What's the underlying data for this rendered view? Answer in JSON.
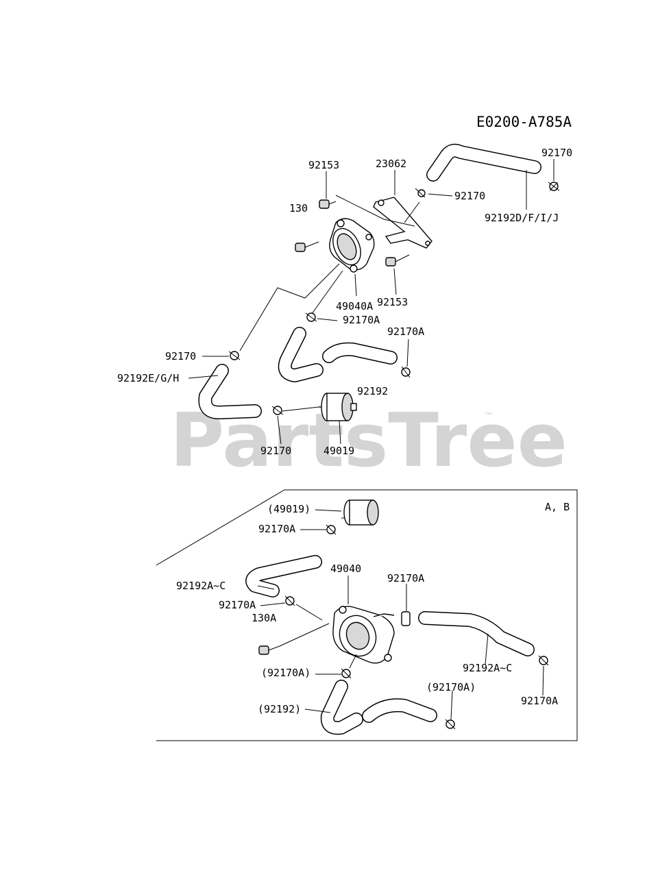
{
  "diagram_code": "E0200-A785A",
  "watermark": "PartsTree",
  "watermark_tm": "™",
  "inset_label": "A, B",
  "labels": {
    "p92153_top": "92153",
    "p23062": "23062",
    "p92170_tr": "92170",
    "p92170_clip": "92170",
    "p92192D": "92192D/F/I/J",
    "p130": "130",
    "p49040A": "49040A",
    "p92153_mid": "92153",
    "p92170A_1": "92170A",
    "p92170A_2": "92170A",
    "p92170_left": "92170",
    "p92192E": "92192E/G/H",
    "p92192": "92192",
    "p92170_bottom": "92170",
    "p49019": "49019",
    "b49019": "(49019)",
    "b92170A_1": "92170A",
    "b92192A_1": "92192A~C",
    "b49040": "49040",
    "b92170A_2": "92170A",
    "b92170A_3": "92170A",
    "b130A": "130A",
    "b92170A_p1": "(92170A)",
    "b92192A_2": "92192A~C",
    "b92170A_p2": "(92170A)",
    "b92192_p": "(92192)",
    "b92170A_4": "92170A"
  }
}
